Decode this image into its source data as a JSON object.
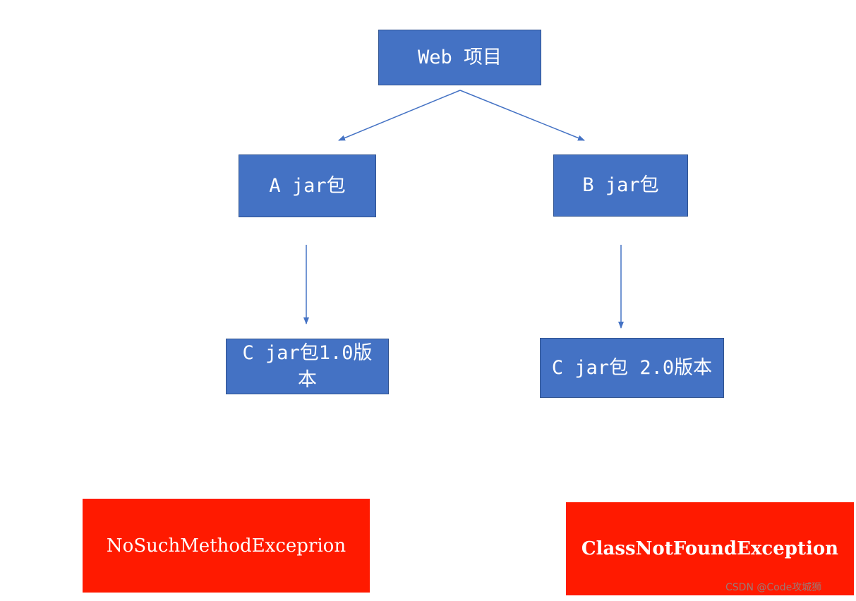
{
  "nodes": {
    "web_project": "Web 项目",
    "a_jar": "A jar包",
    "b_jar": "B jar包",
    "c_jar_v1": "C jar包1.0版本",
    "c_jar_v2": "C jar包 2.0版本"
  },
  "errors": {
    "no_such_method": "NoSuchMethodExceprion",
    "class_not_found": "ClassNotFoundException"
  },
  "watermark": "CSDN @Code攻城狮",
  "colors": {
    "box_fill": "#4472c4",
    "box_border": "#2f528f",
    "arrow": "#4472c4",
    "error_fill": "#ff1a00",
    "text": "#ffffff"
  }
}
